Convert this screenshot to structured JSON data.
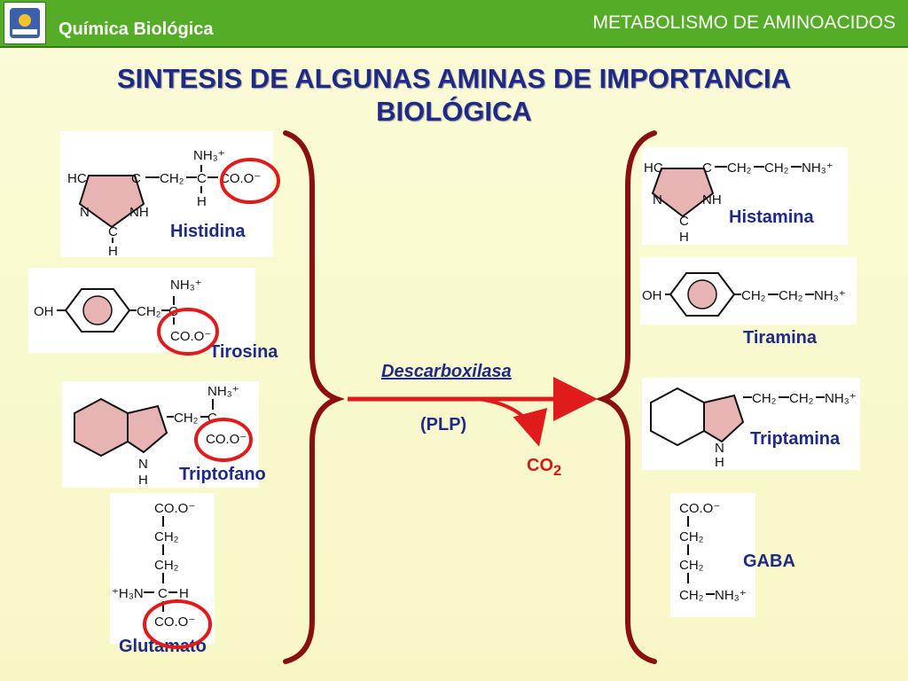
{
  "header": {
    "course_title": "Química Biológica",
    "topic": "METABOLISMO DE AMINOACIDOS"
  },
  "title": "SINTESIS DE ALGUNAS AMINAS DE IMPORTANCIA BIOLÓGICA",
  "reaction": {
    "enzyme": "Descarboxilasa",
    "cofactor": "(PLP)",
    "byproduct": "CO2"
  },
  "substrates": [
    {
      "name": "Histidina"
    },
    {
      "name": "Tirosina"
    },
    {
      "name": "Triptofano"
    },
    {
      "name": "Glutamato"
    }
  ],
  "products": [
    {
      "name": "Histamina"
    },
    {
      "name": "Tiramina"
    },
    {
      "name": "Triptamina"
    },
    {
      "name": "GABA"
    }
  ],
  "chem_text": {
    "hc": "HC",
    "c": "C",
    "ch2": "CH₂",
    "nh3": "NH₃⁺",
    "nh": "NH",
    "n": "N",
    "h": "H",
    "oh": "OH",
    "coo": "CO.O⁻",
    "h3n": "⁺H₃N"
  },
  "colors": {
    "header_green": "#55ad27",
    "title_blue": "#1f2a86",
    "highlight_red": "#e01b1b",
    "bracket_red": "#8a1010",
    "ring_pink": "#e8b3b3"
  }
}
